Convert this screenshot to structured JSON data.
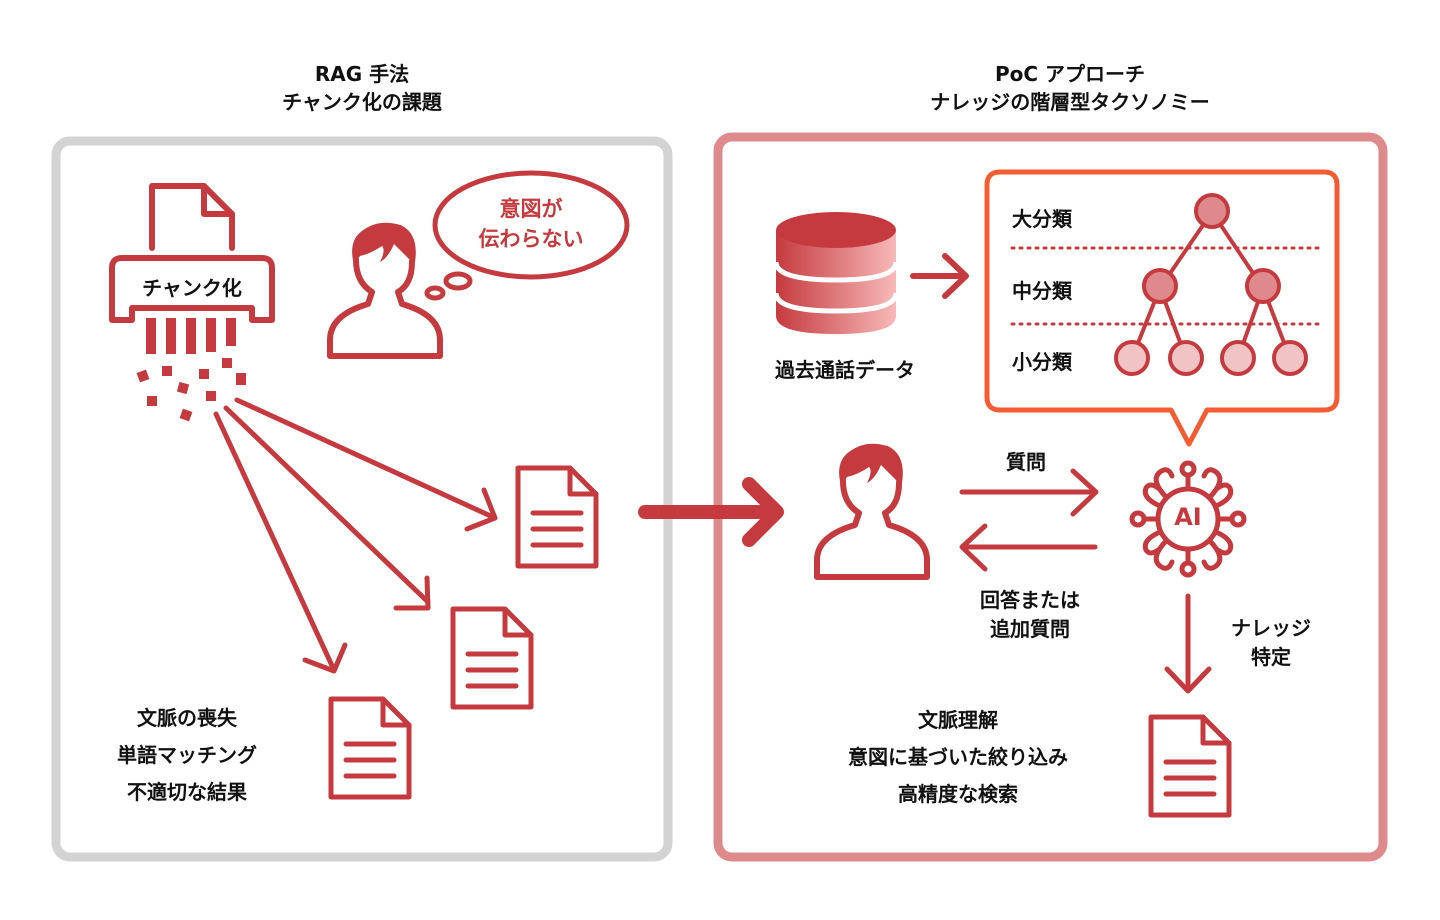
{
  "colors": {
    "accent_red": "#c53a3e",
    "left_panel_border": "#d3d3d3",
    "right_panel_border": "#de8a8c",
    "taxonomy_border": "#f45d34",
    "node_large": "#de8a8c",
    "node_small": "#f0c4c5",
    "text": "#111111"
  },
  "left_panel": {
    "title_line1": "RAG 手法",
    "title_line2": "チャンク化の課題",
    "shredder_label": "チャンク化",
    "thought_line1": "意図が",
    "thought_line2": "伝わらない",
    "issues": [
      "文脈の喪失",
      "単語マッチング",
      "不適切な結果"
    ]
  },
  "right_panel": {
    "title_line1": "PoC アプローチ",
    "title_line2": "ナレッジの階層型タクソノミー",
    "database_label": "過去通話データ",
    "taxonomy_levels": [
      "大分類",
      "中分類",
      "小分類"
    ],
    "question_label": "質問",
    "answer_line1": "回答または",
    "answer_line2": "追加質問",
    "knowledge_line1": "ナレッジ",
    "knowledge_line2": "特定",
    "ai_label": "AI",
    "benefits": [
      "文脈理解",
      "意図に基づいた絞り込み",
      "高精度な検索"
    ]
  },
  "icons": {
    "shredder": "shredder-icon",
    "person": "person-icon",
    "thought_bubble": "thought-bubble-icon",
    "document": "document-icon",
    "database": "database-icon",
    "ai_chip": "ai-brain-icon",
    "transition_arrow": "arrow-right-icon"
  }
}
